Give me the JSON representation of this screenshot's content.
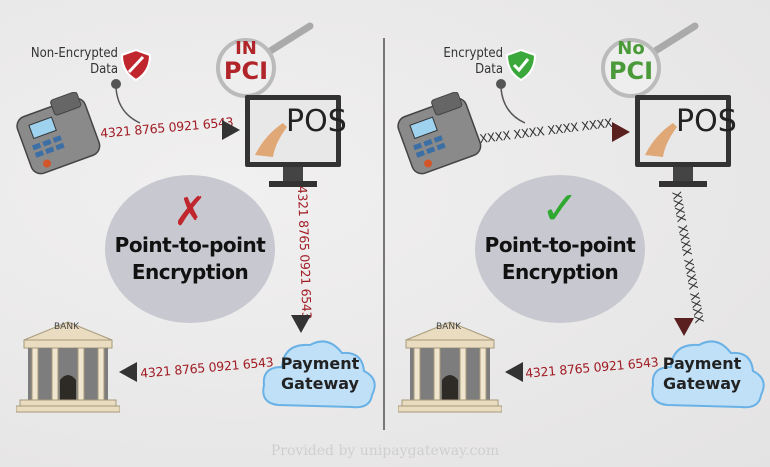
{
  "left": {
    "data_label_line1": "Non-Encrypted",
    "data_label_line2": "Data",
    "shield_icon": "shield-slash-icon",
    "shield_color": "#c0262d",
    "pci_badge_line1": "IN",
    "pci_badge_line2": "PCI",
    "pci_badge_color": "#b0242a",
    "terminal_to_pos": "4321 8765 0921 6543",
    "pos_label": "POS",
    "pos_to_gateway": "4321 8765 0921 6543",
    "gateway_to_bank": "4321 8765 0921 6543",
    "status_mark": "✗",
    "status_color": "#c0262d",
    "circle_line1": "Point-to-point",
    "circle_line2": "Encryption",
    "bank_label": "BANK",
    "gateway_line1": "Payment",
    "gateway_line2": "Gateway",
    "arrow_color": "#333333"
  },
  "right": {
    "data_label_line1": "Encrypted",
    "data_label_line2": "Data",
    "shield_icon": "shield-check-icon",
    "shield_color": "#3aa83a",
    "pci_badge_line1": "No",
    "pci_badge_line2": "PCI",
    "pci_badge_color": "#4a9a3a",
    "terminal_to_pos": "XXXX XXXX XXXX XXXX",
    "pos_label": "POS",
    "pos_to_gateway": "XXXX XXXX XXXX XXXX",
    "gateway_to_bank": "4321 8765 0921 6543",
    "status_mark": "✓",
    "status_color": "#2fa82f",
    "circle_line1": "Point-to-point",
    "circle_line2": "Encryption",
    "bank_label": "BANK",
    "gateway_line1": "Payment",
    "gateway_line2": "Gateway",
    "arrow_color": "#5a1f1f"
  },
  "footer": "Provided by unipaygateway.com"
}
